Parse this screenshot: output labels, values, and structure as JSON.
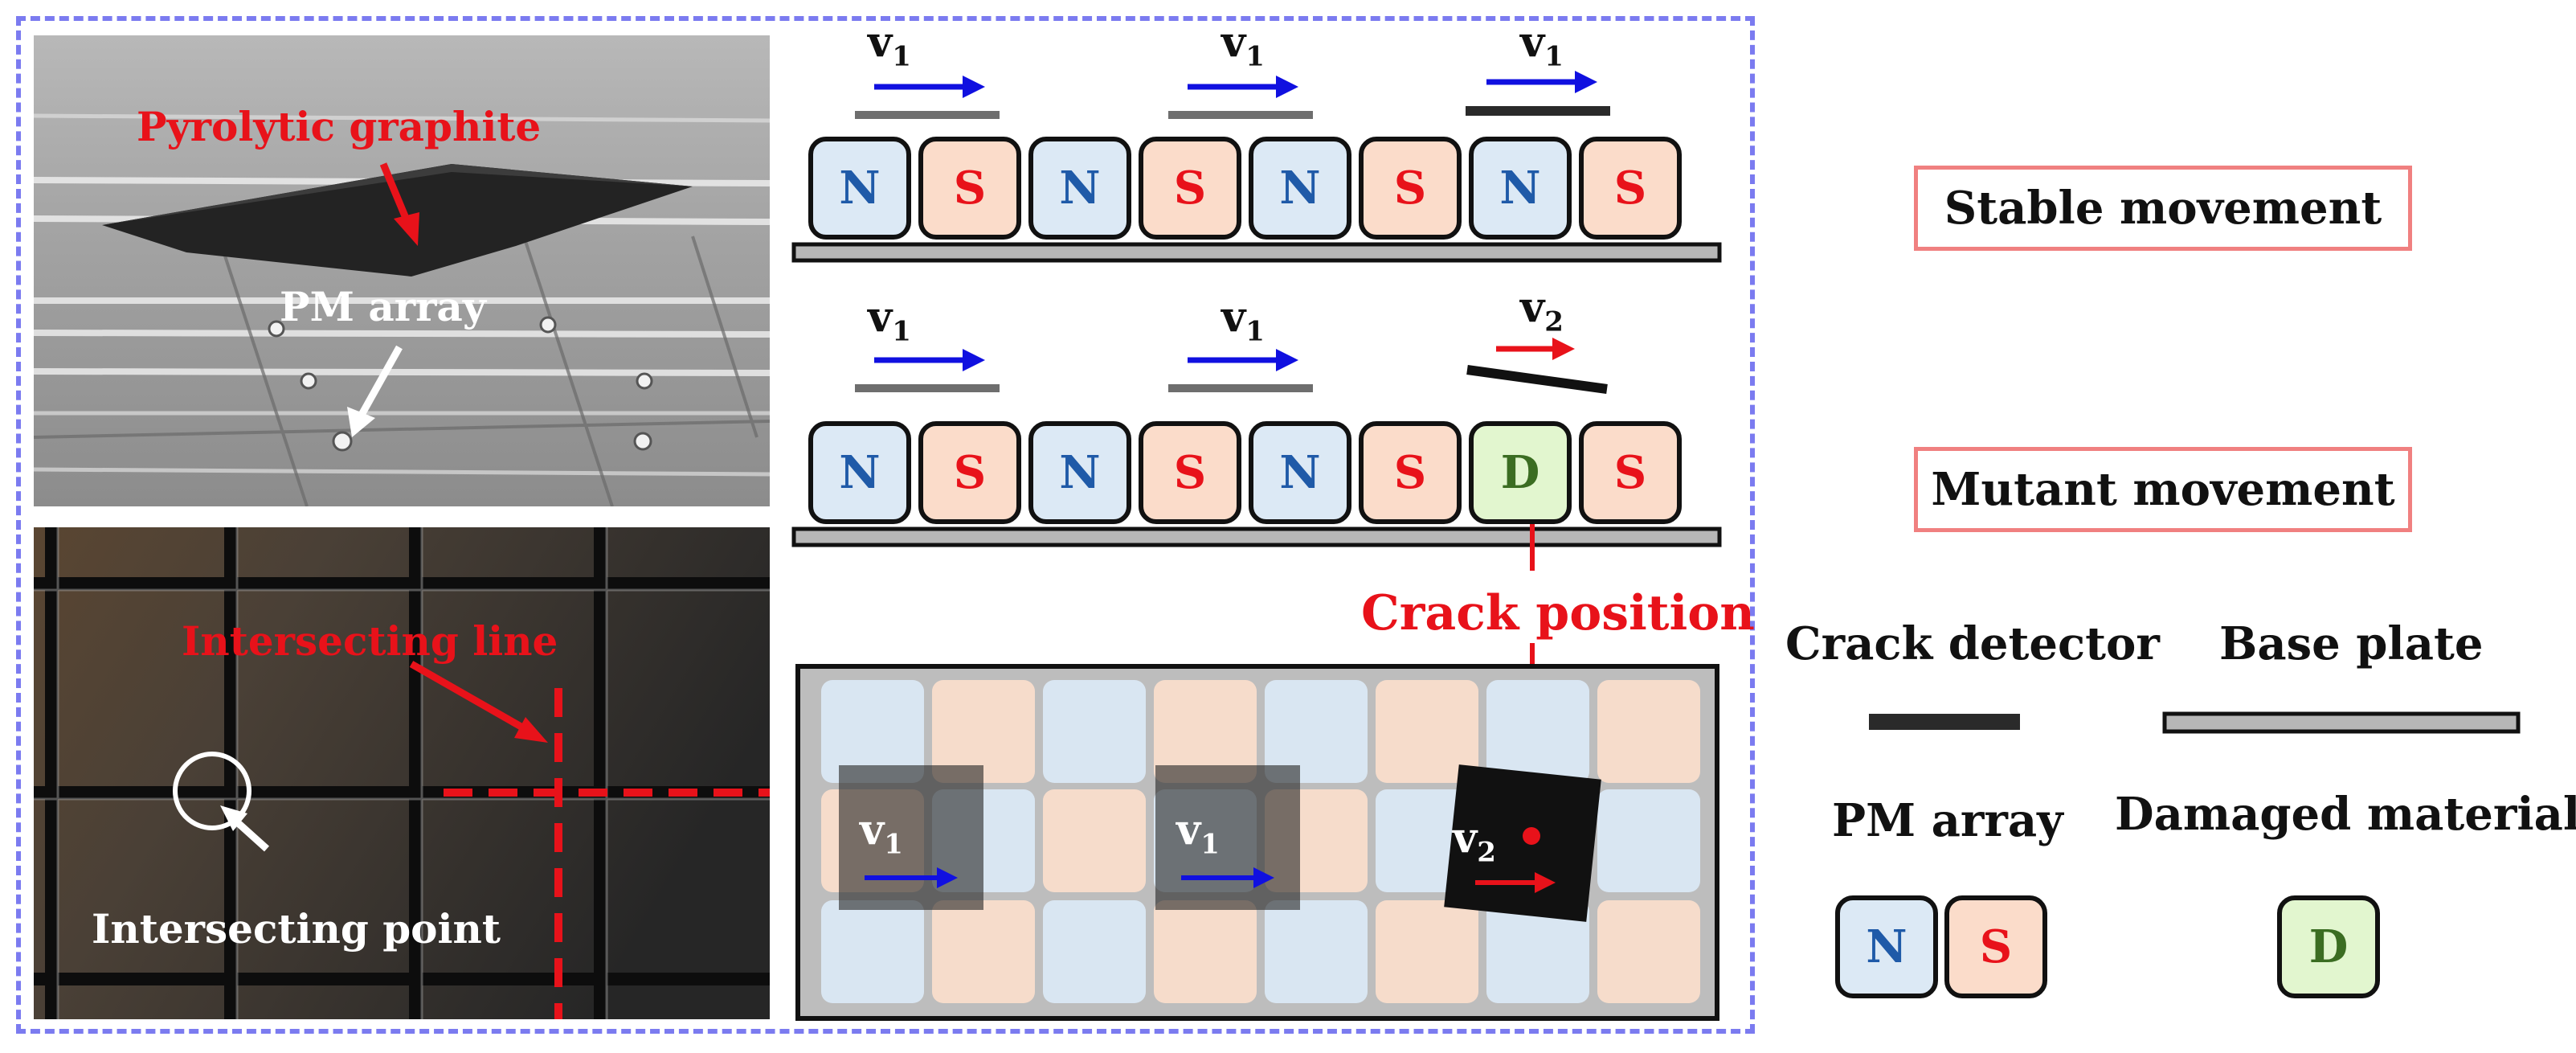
{
  "photo_top": {
    "label_graphite": "Pyrolytic graphite",
    "label_pm": "PM array"
  },
  "photo_bottom": {
    "label_line": "Intersecting line",
    "label_point": "Intersecting point"
  },
  "row_stable": {
    "speeds": [
      "v",
      "v",
      "v"
    ],
    "subs": [
      "1",
      "1",
      "1"
    ],
    "magnets": [
      "N",
      "S",
      "N",
      "S",
      "N",
      "S",
      "N",
      "S"
    ]
  },
  "row_mutant": {
    "speeds": [
      "v",
      "v",
      "v"
    ],
    "subs": [
      "1",
      "1",
      "2"
    ],
    "magnets": [
      "N",
      "S",
      "N",
      "S",
      "N",
      "S",
      "D",
      "S"
    ]
  },
  "top_view": {
    "speeds": [
      "v",
      "v",
      "v"
    ],
    "subs": [
      "1",
      "1",
      "2"
    ]
  },
  "crack_position": "Crack position",
  "legend": {
    "stable": "Stable movement",
    "mutant": "Mutant movement",
    "crack_detector": "Crack detector",
    "base_plate": "Base plate",
    "pm_array": "PM array",
    "damaged_material": "Damaged material",
    "pm_n": "N",
    "pm_s": "S",
    "damaged": "D"
  },
  "colors": {
    "frame": "#7b7bf0",
    "red": "#e8121a",
    "blue_arrow": "#1010e0",
    "n_fill": "#dce9f5",
    "s_fill": "#fbdcca",
    "d_fill": "#e2f6cf"
  }
}
